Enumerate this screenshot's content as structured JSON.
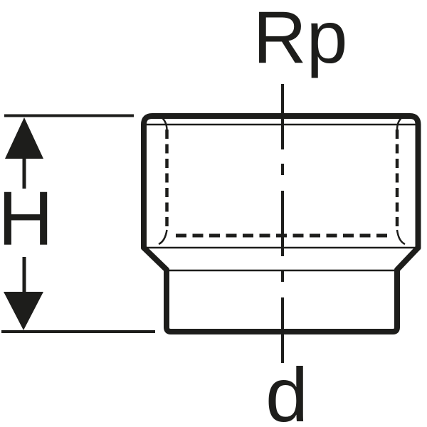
{
  "diagram": {
    "type": "technical_drawing",
    "subject": "Sectional dimension drawing of a threaded socket pipe fitting (female thread top, plain spigot bottom)",
    "labels": {
      "thread_size": "Rp",
      "height": "H",
      "outlet_diameter": "d"
    },
    "colors": {
      "line": "#1d1d1b",
      "background": "#ffffff"
    }
  }
}
